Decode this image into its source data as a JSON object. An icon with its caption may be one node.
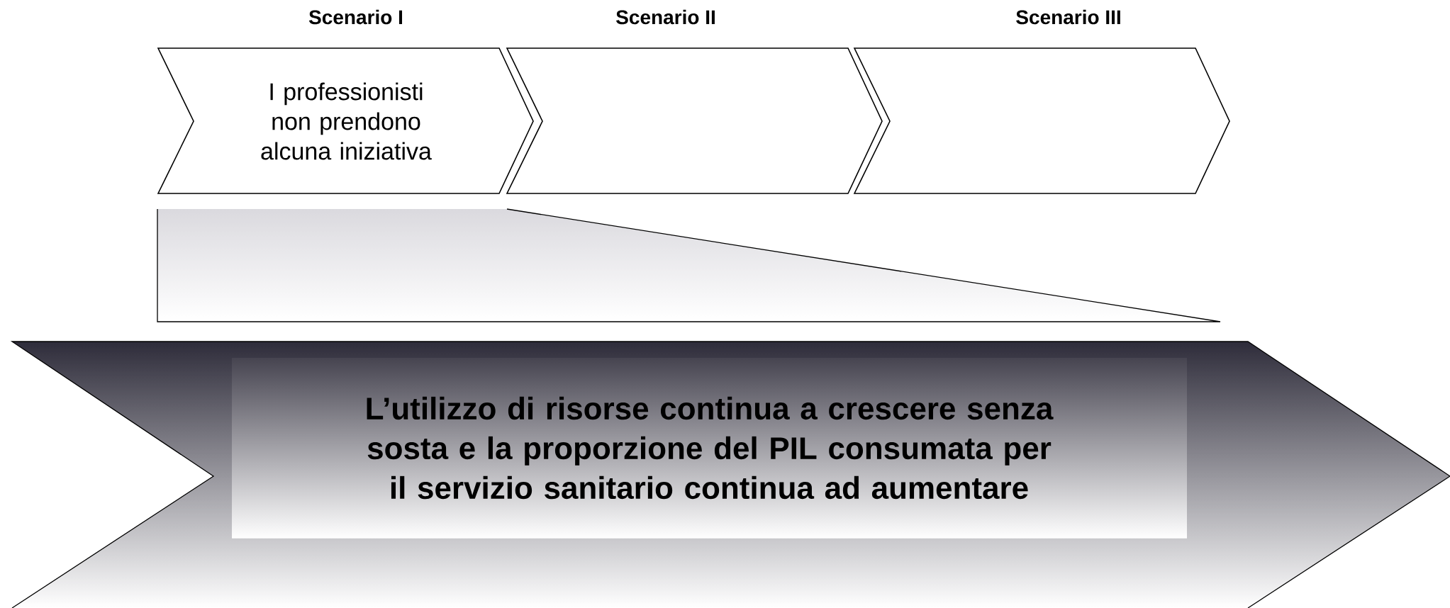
{
  "diagram": {
    "nodes": [
      {
        "text": [
          "Scenario I",
          "I professionisti non prendono alcuna iniziativa"
        ]
      },
      {
        "text": [
          "Scenario II"
        ]
      },
      {
        "text": [
          "Scenario III"
        ]
      },
      {
        "text": [
          "L’utilizzo di risorse continua a crescere senza sosta e la proporzione del PIL consumata per il servizio sanitario continua ad aumentare"
        ]
      }
    ]
  }
}
